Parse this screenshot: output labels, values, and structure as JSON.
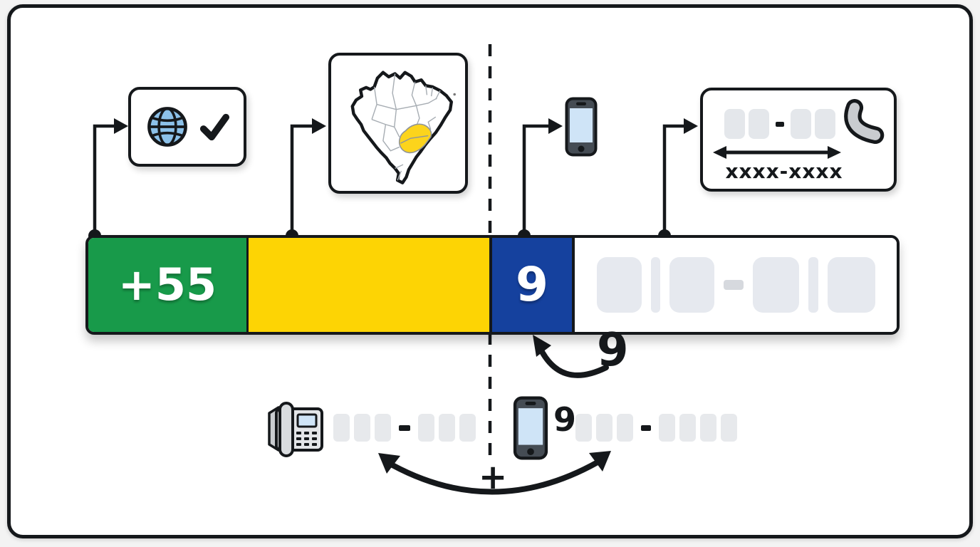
{
  "phone_bar": {
    "country_code": "+55",
    "ninth_digit": "9",
    "colors": {
      "country_green": "#189a4a",
      "area_yellow": "#fdd404",
      "prefix_blue": "#15419e",
      "subscriber_white": "#ffffff",
      "placeholder_gray": "#e6e9ef"
    }
  },
  "callouts": {
    "country_code_icon": "globe-with-checkmark",
    "area_code_icon": "brazil-map-highlighted-southeast",
    "map_highlight_color": "#fcd41c",
    "ninth_digit_icon": "smartphone",
    "subscriber_icon": "phone-handset",
    "subscriber_format": "xxxx-xxxx"
  },
  "annotations": {
    "ninth_digit_label": "9",
    "plus_sign": "+",
    "bottom_mobile_prefix": "9"
  }
}
